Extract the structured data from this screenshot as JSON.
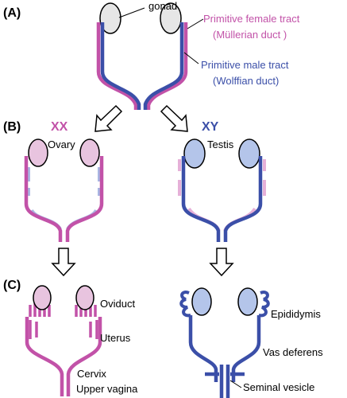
{
  "panels": {
    "a": "(A)",
    "b": "(B)",
    "c": "(C)"
  },
  "panel_a": {
    "gonad": "gonad",
    "female_tract_line1": "Primitive female tract",
    "female_tract_line2": "(Müllerian duct )",
    "male_tract_line1": "Primitive male tract",
    "male_tract_line2": "(Wolffian duct)"
  },
  "panel_b": {
    "xx": "XX",
    "xy": "XY",
    "ovary": "Ovary",
    "testis": "Testis"
  },
  "panel_c": {
    "oviduct": "Oviduct",
    "uterus": "Uterus",
    "cervix": "Cervix",
    "upper_vagina": "Upper vagina",
    "epididymis": "Epididymis",
    "vas_deferens": "Vas deferens",
    "seminal_vesicle": "Seminal vesicle"
  },
  "colors": {
    "female": "#c252a8",
    "female_light": "#e6b0d8",
    "male": "#3b4fa8",
    "male_light": "#a9b6e2",
    "gonad_neutral": "#e6e6e6",
    "ovary_fill": "#e8c4df",
    "testis_fill": "#b4c5ea",
    "xx_label": "#c252a8",
    "xy_label": "#3b4fa8"
  }
}
